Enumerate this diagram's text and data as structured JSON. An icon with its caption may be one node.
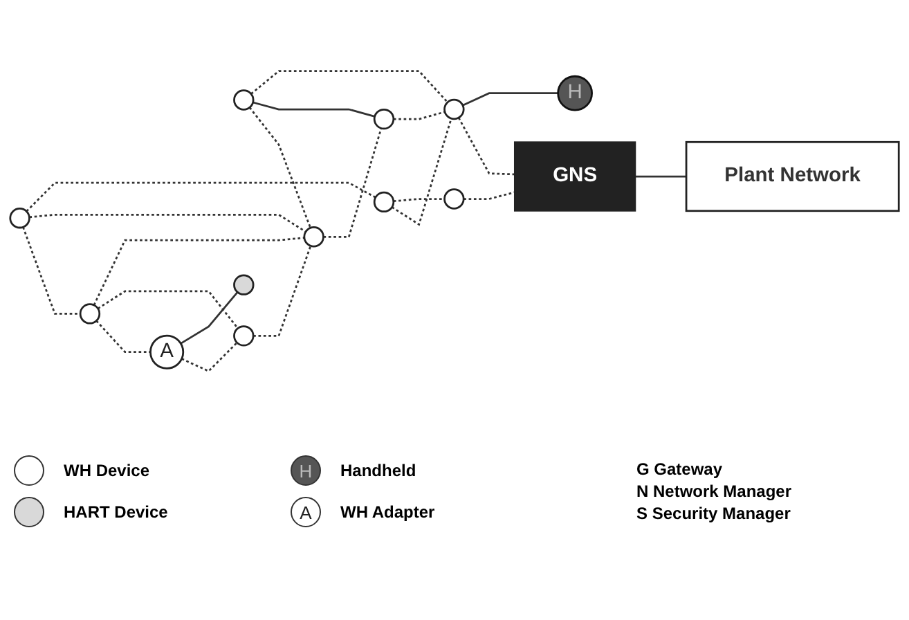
{
  "diagram": {
    "nodes": [
      {
        "text": [],
        "shape": "circle"
      },
      {
        "text": [],
        "shape": "circle"
      },
      {
        "text": [],
        "shape": "circle"
      },
      {
        "text": [],
        "shape": "circle"
      },
      {
        "text": [],
        "shape": "circle"
      },
      {
        "text": [
          "A"
        ]
      },
      {
        "text": [],
        "shape": "circle"
      },
      {
        "text": [],
        "shape": "circle"
      },
      {
        "text": [],
        "shape": "circle"
      },
      {
        "text": [],
        "shape": "circle"
      },
      {
        "text": [
          "GNS"
        ]
      },
      {
        "text": [
          "Plant Network"
        ]
      },
      {
        "text": [],
        "shape": "circle"
      },
      {
        "text": [
          "H"
        ]
      }
    ],
    "edges": [
      {
        "from": 0,
        "to": 1,
        "arrow": "none",
        "style": "dashed"
      },
      {
        "from": 0,
        "to": 7,
        "arrow": "none",
        "style": "dashed"
      },
      {
        "from": 0,
        "to": 2,
        "arrow": "none",
        "style": "dashed"
      },
      {
        "from": 1,
        "to": 5,
        "arrow": "none",
        "style": "dashed"
      },
      {
        "from": 1,
        "to": 6,
        "arrow": "none",
        "style": "dashed"
      },
      {
        "from": 1,
        "to": 7,
        "arrow": "none",
        "style": "dashed"
      },
      {
        "from": 3,
        "to": 7,
        "arrow": "none",
        "style": "dashed"
      },
      {
        "from": 3,
        "to": 8,
        "arrow": "none"
      },
      {
        "from": 3,
        "to": 9,
        "arrow": "none",
        "style": "dashed"
      },
      {
        "from": 2,
        "to": 9,
        "arrow": "none",
        "style": "dashed"
      },
      {
        "from": 2,
        "to": 4,
        "arrow": "none",
        "style": "dashed"
      },
      {
        "from": 4,
        "to": 10,
        "arrow": "none",
        "style": "dashed"
      },
      {
        "from": 5,
        "to": 6,
        "arrow": "none",
        "style": "dashed"
      },
      {
        "from": 6,
        "to": 7,
        "arrow": "none",
        "style": "dashed"
      },
      {
        "from": 7,
        "to": 8,
        "arrow": "none",
        "style": "dashed"
      },
      {
        "from": 8,
        "to": 9,
        "arrow": "none",
        "style": "dashed"
      },
      {
        "from": 9,
        "to": 10,
        "arrow": "none",
        "style": "dashed"
      },
      {
        "from": 5,
        "to": 12,
        "arrow": "none"
      },
      {
        "from": 9,
        "to": 13,
        "arrow": "none"
      },
      {
        "from": 10,
        "to": 11,
        "arrow": "none"
      }
    ],
    "labels": [
      "G Gateway",
      "N Network Manager",
      "S Security Manager",
      "A",
      "H"
    ],
    "legend": [
      {
        "text": "WH Device",
        "color": "#ffffff"
      },
      {
        "text": "Handheld"
      },
      {
        "text": "HART Device",
        "color": "#d9d9d9"
      },
      {
        "text": "WH Adapter"
      }
    ]
  }
}
